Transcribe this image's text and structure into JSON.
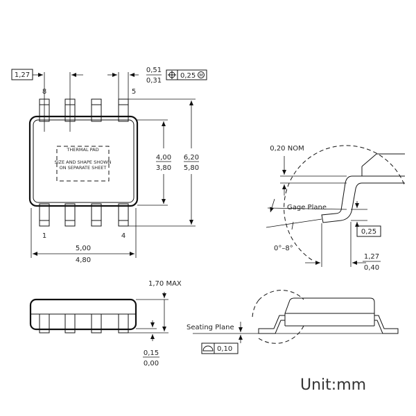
{
  "top_view": {
    "pitch": "1,27",
    "lead_width": [
      "0,51",
      "0,31"
    ],
    "position_tolerance": "0,25",
    "modifier": "M",
    "pin_8": "8",
    "pin_5": "5",
    "pin_1": "1",
    "pin_4": "4",
    "thermal_pad_title": "THERMAL PAD",
    "thermal_pad_note_1": "SIZE AND SHAPE SHOWN",
    "thermal_pad_note_2": "ON SEPARATE SHEET",
    "body_width": [
      "4,00",
      "3,80"
    ],
    "overall_width": [
      "6,20",
      "5,80"
    ],
    "body_length": [
      "5,00",
      "4,80"
    ]
  },
  "detail_view": {
    "nominal": "0,20 NOM",
    "gage_plane_label": "Gage Plane",
    "gage_value": "0,25",
    "angle": "0°–8°",
    "foot_length": [
      "1,27",
      "0,40"
    ]
  },
  "side_view": {
    "height_max": "1,70 MAX",
    "standoff": [
      "0,15",
      "0,00"
    ],
    "seating_plane_label": "Seating Plane",
    "flatness": "0,10"
  },
  "unit": "Unit:mm"
}
